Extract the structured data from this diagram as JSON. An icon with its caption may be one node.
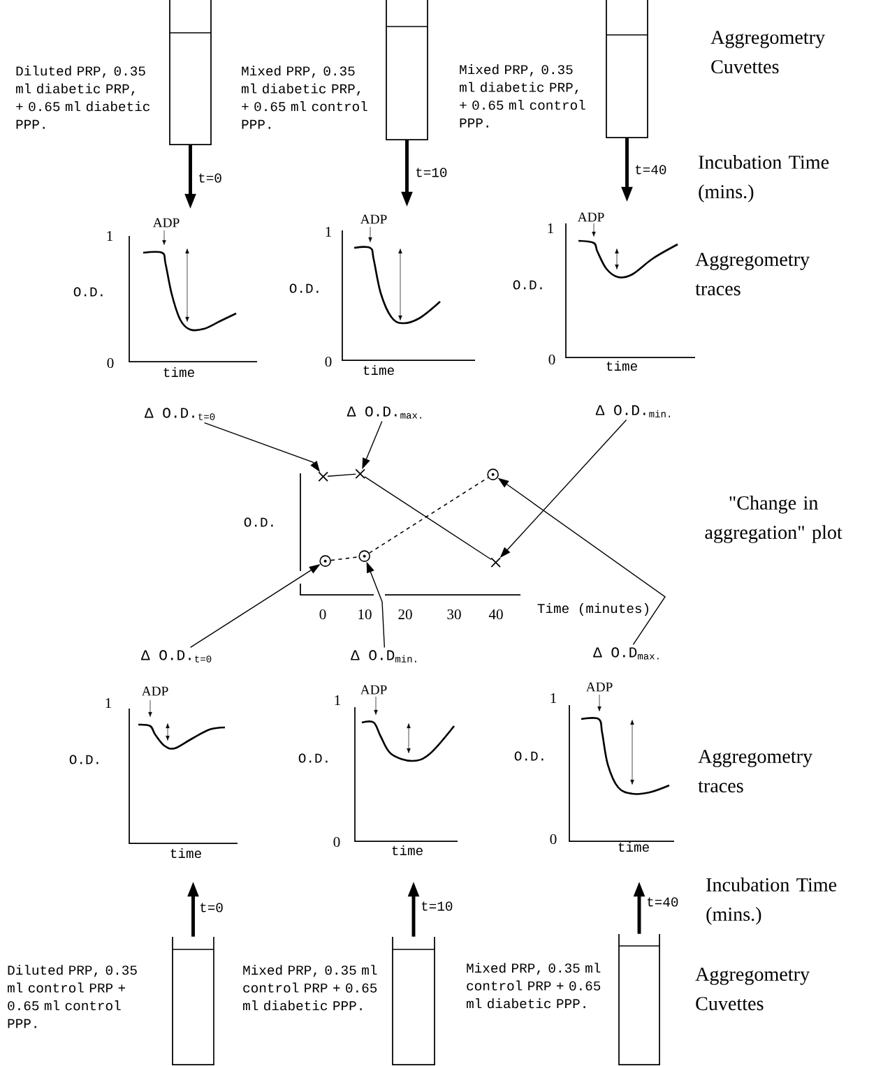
{
  "diagram": {
    "nodes": [
      {
        "text": [],
        "shape": "box",
        "beside": [
          "Diluted PRP, 0.35 ml diabetic PRP, + 0.65 ml diabetic PPP."
        ]
      },
      {
        "text": [],
        "shape": "box",
        "beside": [
          "Mixed PRP, 0.35 ml diabetic PRP, + 0.65 ml control PPP."
        ]
      },
      {
        "text": [],
        "shape": "box",
        "beside": [
          "Mixed PRP, 0.35 ml diabetic PRP, + 0.65 ml control PPP."
        ]
      },
      {
        "text": [
          "ADP",
          "1",
          "O.D.",
          "0",
          "time"
        ]
      },
      {
        "text": [
          "ADP",
          "1",
          "O.D.",
          "0",
          "time"
        ]
      },
      {
        "text": [
          "ADP",
          "1",
          "O.D.",
          "0",
          "time"
        ]
      },
      {
        "text": [
          "Δ O.D.$_{t=0}$"
        ]
      },
      {
        "text": [
          "Δ O.D.$_{max.}$"
        ]
      },
      {
        "text": [
          "Δ O.D.$_{min.}$"
        ]
      },
      {
        "text": [
          "O.D.",
          "0",
          "10",
          "20",
          "30",
          "40",
          "Time (minutes)"
        ]
      },
      {
        "text": [],
        "shape": "cross",
        "in": 9
      },
      {
        "text": [],
        "shape": "cross",
        "in": 9
      },
      {
        "text": [],
        "shape": "cross",
        "in": 9
      },
      {
        "text": [],
        "shape": "circle",
        "in": 9
      },
      {
        "text": [],
        "shape": "circle",
        "in": 9
      },
      {
        "text": [],
        "shape": "circle",
        "in": 9
      },
      {
        "text": [
          "Δ O.D.$_{t=0}$"
        ]
      },
      {
        "text": [
          "Δ O.D$_{min.}$"
        ]
      },
      {
        "text": [
          "Δ O.D$_{max.}$"
        ]
      },
      {
        "text": [
          "ADP",
          "1",
          "O.D.",
          "time"
        ]
      },
      {
        "text": [
          "ADP",
          "1",
          "O.D.",
          "0",
          "time"
        ]
      },
      {
        "text": [
          "ADP",
          "1",
          "O.D.",
          "0",
          "time"
        ]
      },
      {
        "text": [],
        "shape": "box",
        "beside": [
          "Diluted PRP, 0.35 ml control PRP + 0.65 ml control PPP."
        ]
      },
      {
        "text": [],
        "shape": "box",
        "beside": [
          "Mixed PRP, 0.35 ml control PRP + 0.65 ml diabetic PPP."
        ]
      },
      {
        "text": [],
        "shape": "box",
        "beside": [
          "Mixed PRP, 0.35 ml control PRP + 0.65 ml diabetic PPP."
        ]
      }
    ],
    "edges": [
      {
        "from": 0,
        "to": 3,
        "arrow": "to",
        "label": "t=0",
        "style": "thick"
      },
      {
        "from": 1,
        "to": 4,
        "arrow": "to",
        "label": "t=10",
        "style": "thick"
      },
      {
        "from": 2,
        "to": 5,
        "arrow": "to",
        "label": "t=40",
        "style": "thick"
      },
      {
        "from": 6,
        "to": 10,
        "arrow": "to"
      },
      {
        "from": 7,
        "to": 11,
        "arrow": "to"
      },
      {
        "from": 8,
        "to": 12,
        "arrow": "to"
      },
      {
        "from": 10,
        "to": 11,
        "arrow": "none"
      },
      {
        "from": 11,
        "to": 12,
        "arrow": "none"
      },
      {
        "from": 13,
        "to": 14,
        "arrow": "none",
        "style": "dashed"
      },
      {
        "from": 14,
        "to": 15,
        "arrow": "none",
        "style": "dashed"
      },
      {
        "from": 16,
        "to": 13,
        "arrow": "to"
      },
      {
        "from": 17,
        "to": 14,
        "arrow": "to"
      },
      {
        "from": 18,
        "to": 15,
        "arrow": "to"
      },
      {
        "from": 22,
        "to": 19,
        "arrow": "to",
        "label": "t=0",
        "style": "thick"
      },
      {
        "from": 23,
        "to": 20,
        "arrow": "to",
        "label": "t=10",
        "style": "thick"
      },
      {
        "from": 24,
        "to": 21,
        "arrow": "to",
        "label": "t=40",
        "style": "thick"
      }
    ],
    "labels": [
      "Aggregometry Cuvettes",
      "Incubation Time (mins.)",
      "Aggregometry traces",
      "\"Change in aggregation\" plot",
      "Aggregometry traces",
      "Incubation Time (mins.)",
      "Aggregometry Cuvettes"
    ]
  }
}
